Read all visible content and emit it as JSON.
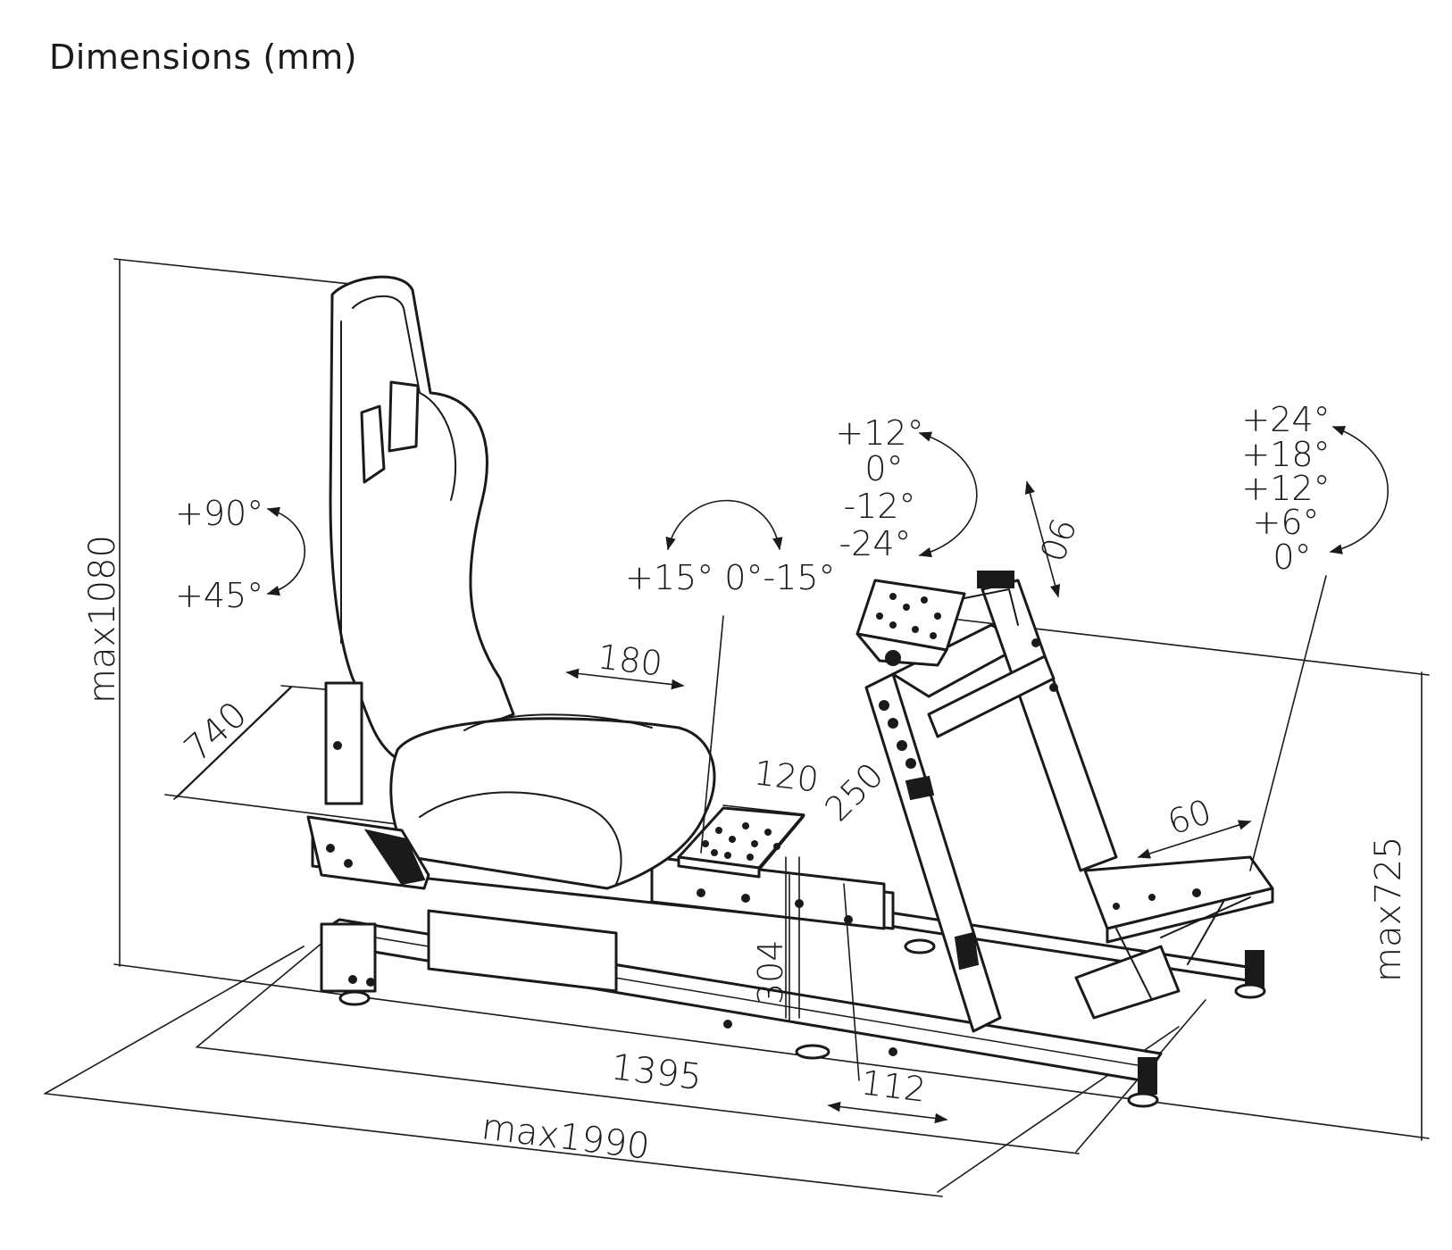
{
  "title": "Dimensions (mm)",
  "dimensions": {
    "overall_height": "max1080",
    "width": "740",
    "overall_length": "max1990",
    "rail_length": "1395",
    "pedal_height": "max725",
    "seat_slide": "180",
    "plate_width": "120",
    "plate_depth": "250",
    "plate_height": "304",
    "rail_travel": "112",
    "wheel_travel": "90",
    "pedal_travel": "60"
  },
  "angles": {
    "backrest": [
      "+90°",
      "+45°"
    ],
    "seat_tilt": "+15° 0°-15°",
    "wheel": [
      "+12°",
      "0°",
      "-12°",
      "-24°"
    ],
    "pedal": [
      "+24°",
      "+18°",
      "+12°",
      "+6°",
      "0°"
    ]
  }
}
